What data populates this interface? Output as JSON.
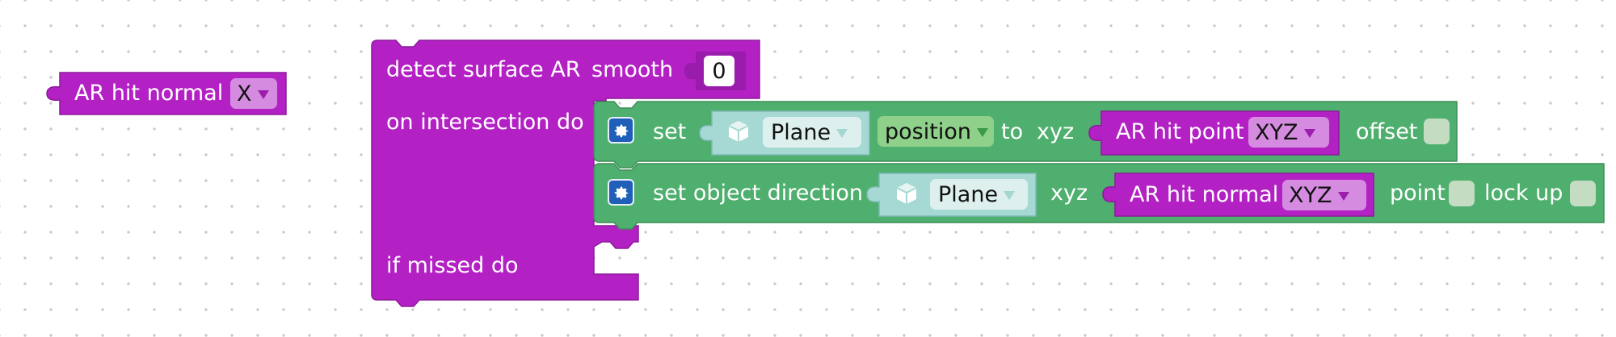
{
  "workspace": {
    "standalone_block": {
      "label": "AR hit normal",
      "dropdown_value": "X"
    },
    "detect_block": {
      "label": "detect surface AR",
      "smooth_label": "smooth",
      "smooth_value": "0",
      "on_intersection_label": "on intersection do",
      "if_missed_label": "if missed do"
    },
    "set_block": {
      "set_label": "set",
      "object_value": "Plane",
      "property_value": "position",
      "to_label": "to",
      "xyz_label": "xyz",
      "hit_point_label": "AR hit point",
      "hit_point_value": "XYZ",
      "offset_label": "offset"
    },
    "direction_block": {
      "label": "set object direction",
      "object_value": "Plane",
      "xyz_label": "xyz",
      "hit_normal_label": "AR hit normal",
      "hit_normal_value": "XYZ",
      "point_label": "point",
      "lock_up_label": "lock up"
    }
  },
  "colors": {
    "purple": "#b321c4",
    "purple_border": "#8c1a9a",
    "green": "#4faf6e",
    "green_border": "#3e8e57",
    "object_block": "#a6d8d4",
    "gear": "#1f5fb8"
  }
}
